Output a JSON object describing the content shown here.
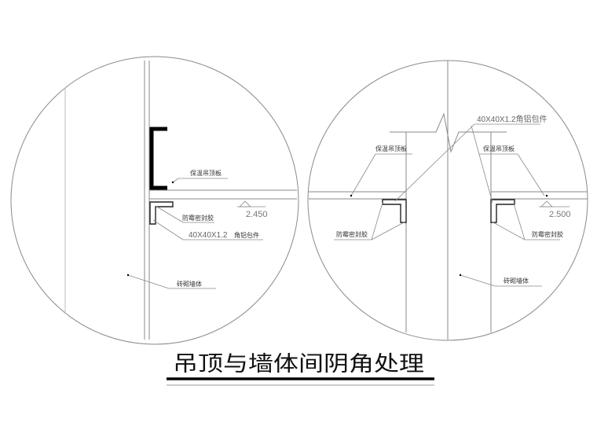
{
  "drawing": {
    "title": "吊顶与墙体间阴角处理",
    "background": "#ffffff",
    "line_color": "#888888",
    "heavy_color": "#000000"
  },
  "left_detail": {
    "labels": {
      "ceiling_panel": "保温吊顶板",
      "sealant": "防霉密封胶",
      "angle_size": "40X40X1.2",
      "angle_name": "角铝包件",
      "wall": "砖砌墙体"
    },
    "elevation": "2.450"
  },
  "right_detail": {
    "labels": {
      "angle_trim": "40X40X1.2角铝包件",
      "ceiling_panel_left": "保温吊顶板",
      "ceiling_panel_right": "保温吊顶板",
      "sealant_left": "防霉密封胶",
      "sealant_right": "防霉密封胶",
      "wall": "砖砌墙体"
    },
    "elevation": "2.500"
  }
}
